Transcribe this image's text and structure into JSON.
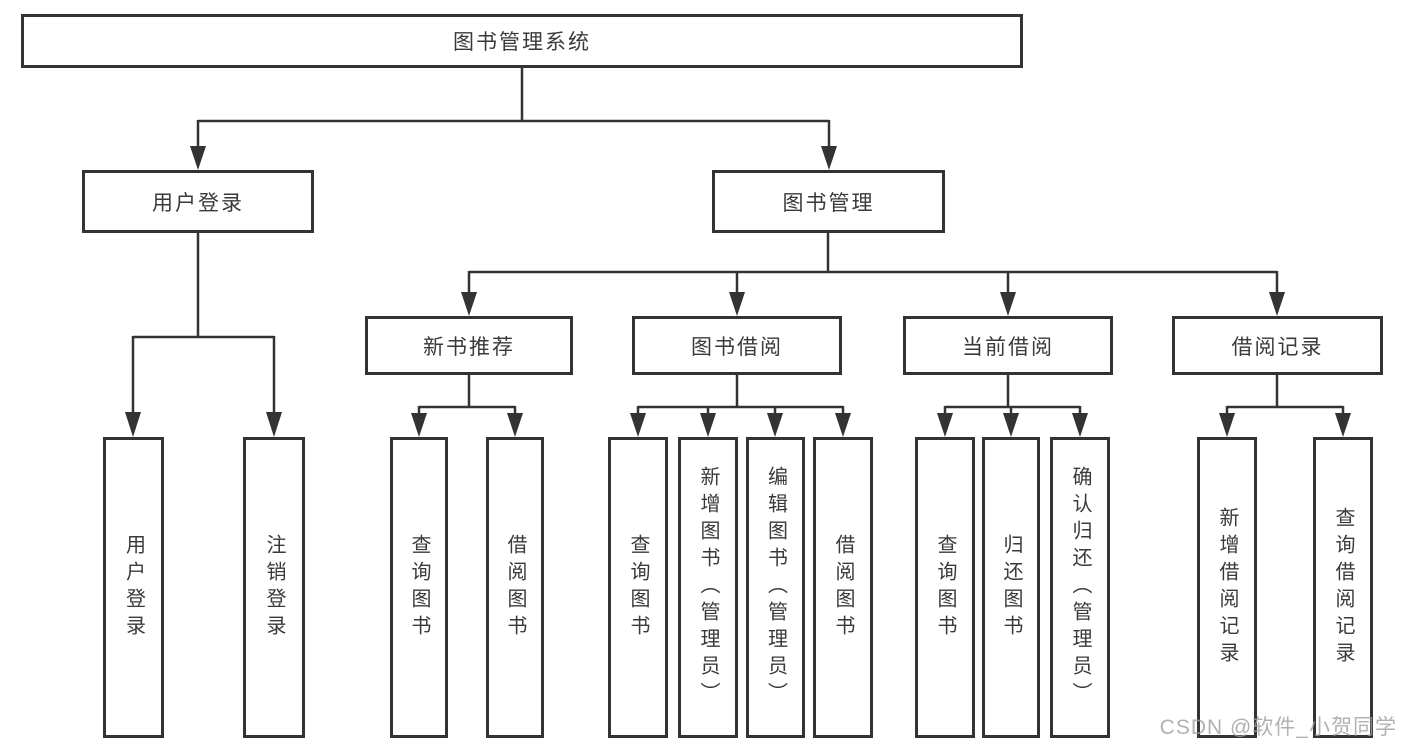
{
  "colors": {
    "line": "#333333",
    "border": "#333333",
    "text": "#3a3a3a",
    "background": "#ffffff",
    "watermark": "#9e9e9e"
  },
  "watermark": {
    "text": "CSDN @软件_小贺同学"
  },
  "tree": {
    "label": "图书管理系统",
    "children": [
      {
        "label": "用户登录",
        "children": [
          {
            "label": "用户登录"
          },
          {
            "label": "注销登录"
          }
        ]
      },
      {
        "label": "图书管理",
        "children": [
          {
            "label": "新书推荐",
            "children": [
              {
                "label": "查询图书"
              },
              {
                "label": "借阅图书"
              }
            ]
          },
          {
            "label": "图书借阅",
            "children": [
              {
                "label": "查询图书"
              },
              {
                "label": "新增图书（管理员）"
              },
              {
                "label": "编辑图书（管理员）"
              },
              {
                "label": "借阅图书"
              }
            ]
          },
          {
            "label": "当前借阅",
            "children": [
              {
                "label": "查询图书"
              },
              {
                "label": "归还图书"
              },
              {
                "label": "确认归还（管理员）"
              }
            ]
          },
          {
            "label": "借阅记录",
            "children": [
              {
                "label": "新增借阅记录"
              },
              {
                "label": "查询借阅记录"
              }
            ]
          }
        ]
      }
    ]
  }
}
